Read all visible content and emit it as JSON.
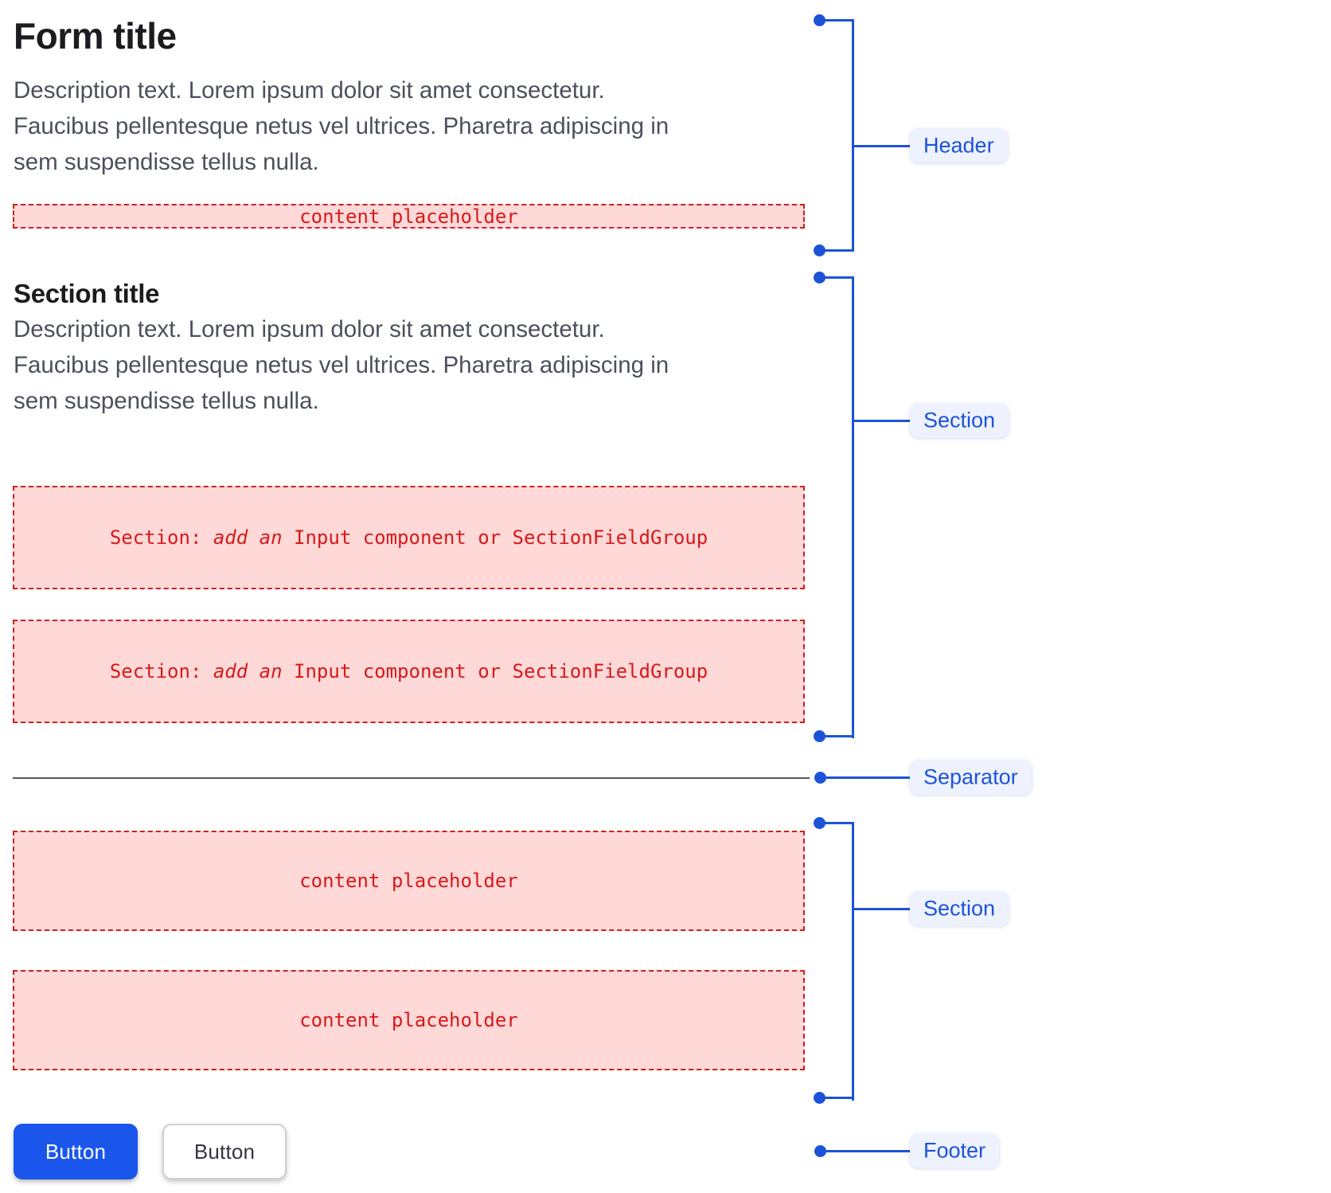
{
  "page": {
    "header": {
      "title": "Form title",
      "description": "Description text. Lorem ipsum dolor sit amet consectetur.\nFaucibus pellentesque netus vel ultrices. Pharetra adipiscing in\nsem suspendisse tellus nulla.",
      "placeholder": "content placeholder"
    },
    "section1": {
      "title": "Section title",
      "description": "Description text. Lorem ipsum dolor sit amet consectetur.\nFaucibus pellentesque netus vel ultrices. Pharetra adipiscing in\nsem suspendisse tellus nulla.",
      "box1": {
        "prefix": "Section: ",
        "emphasis": "add an ",
        "suffix": "Input component or SectionFieldGroup"
      },
      "box2": {
        "prefix": "Section: ",
        "emphasis": "add an ",
        "suffix": "Input component or SectionFieldGroup"
      }
    },
    "section2": {
      "box1": "content placeholder",
      "box2": "content placeholder"
    },
    "footer": {
      "primary_button": "Button",
      "secondary_button": "Button"
    }
  },
  "annotations": {
    "header": "Header",
    "section_1": "Section",
    "separator": "Separator",
    "section_2": "Section",
    "footer": "Footer"
  },
  "colors": {
    "annotation_blue": "#1d53d8",
    "annotation_label_bg": "#eef2ff",
    "placeholder_bg": "#ffd8d8",
    "placeholder_border": "#cf1f1f",
    "placeholder_text": "#d61a1a",
    "primary_button_bg": "#1a56ec",
    "secondary_button_border": "#cfcfd4",
    "title_text": "#1b1b20",
    "description_text": "#4b505b",
    "separator_line": "#55555e"
  }
}
